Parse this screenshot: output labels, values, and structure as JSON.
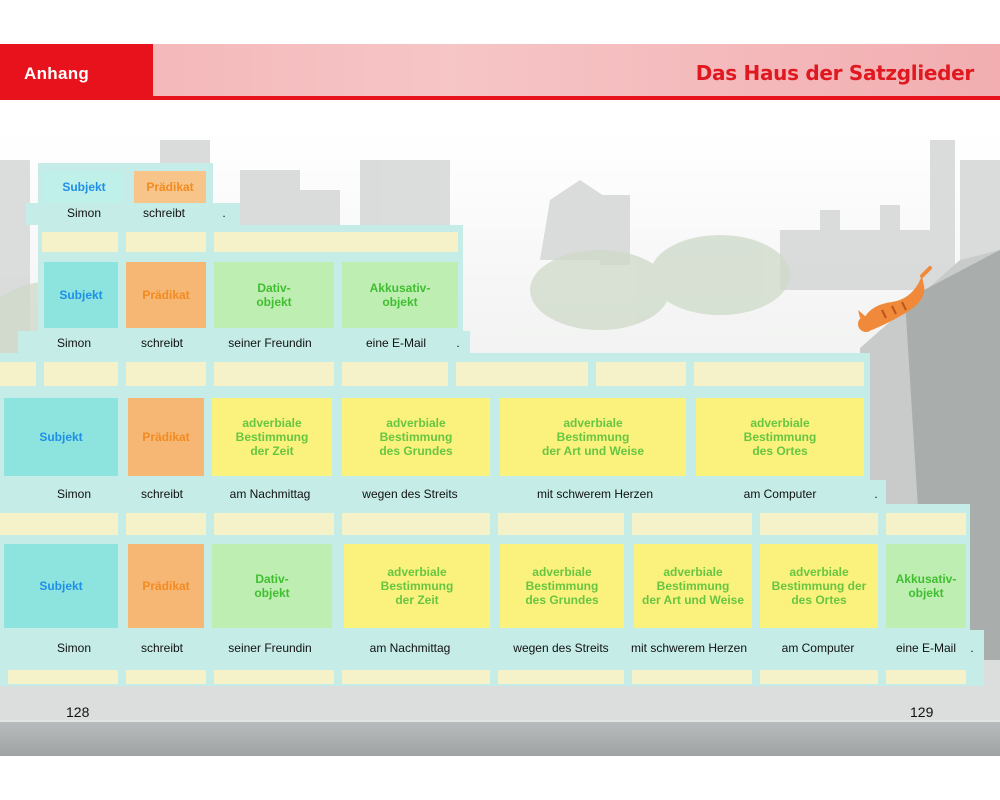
{
  "header": {
    "section_label": "Anhang",
    "title": "Das Haus der Satzglieder"
  },
  "colors": {
    "header_red": "#e7121b",
    "header_pink": "#f4b9bb",
    "subjekt": "#1f8fe8",
    "praedikat": "#f28b22",
    "objekt": "#3fbf2f",
    "adverbiale": "#67c640"
  },
  "house": {
    "row1": {
      "labels": [
        "Subjekt",
        "Prädikat"
      ],
      "words": [
        "Simon",
        "schreibt",
        "."
      ]
    },
    "row2": {
      "labels": [
        "Subjekt",
        "Prädikat",
        "Dativ-\nobjekt",
        "Akkusativ-\nobjekt"
      ],
      "words": [
        "Simon",
        "schreibt",
        "seiner Freundin",
        "eine E-Mail",
        "."
      ]
    },
    "row3": {
      "labels": [
        "Subjekt",
        "Prädikat",
        "adverbiale\nBestimmung\nder Zeit",
        "adverbiale\nBestimmung\ndes Grundes",
        "adverbiale\nBestimmung\nder Art und Weise",
        "adverbiale\nBestimmung\ndes Ortes"
      ],
      "words": [
        "Simon",
        "schreibt",
        "am Nachmittag",
        "wegen des Streits",
        "mit schwerem Herzen",
        "am Computer",
        "."
      ]
    },
    "row4": {
      "labels": [
        "Subjekt",
        "Prädikat",
        "Dativ-\nobjekt",
        "adverbiale\nBestimmung\nder Zeit",
        "adverbiale\nBestimmung\ndes Grundes",
        "adverbiale\nBestimmung\nder Art und Weise",
        "adverbiale\nBestimmung der\ndes Ortes",
        "Akkusativ-\nobjekt"
      ],
      "words": [
        "Simon",
        "schreibt",
        "seiner Freundin",
        "am Nachmittag",
        "wegen des Streits",
        "mit schwerem Herzen",
        "am Computer",
        "eine E-Mail",
        "."
      ]
    }
  },
  "page_numbers": {
    "left": "128",
    "right": "129"
  },
  "illustration": {
    "icon": "cat-icon"
  }
}
